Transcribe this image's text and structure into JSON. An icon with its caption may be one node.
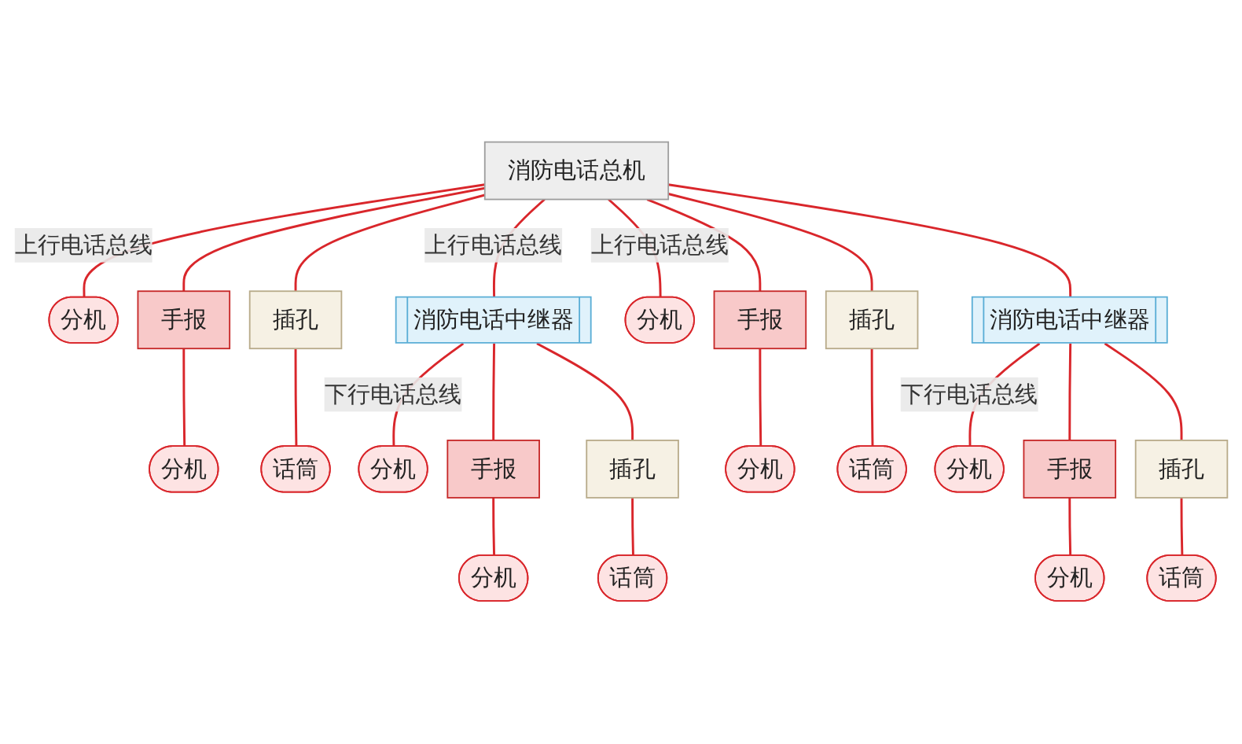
{
  "diagram": {
    "nodes": [
      {
        "text": [
          "消防电话总机"
        ]
      },
      {
        "text": [
          "分机"
        ]
      },
      {
        "text": [
          "手报"
        ]
      },
      {
        "text": [
          "分机"
        ]
      },
      {
        "text": [
          "插孔"
        ]
      },
      {
        "text": [
          "话筒"
        ]
      },
      {
        "text": [
          "消防电话中继器"
        ]
      },
      {
        "text": [
          "分机"
        ]
      },
      {
        "text": [
          "手报"
        ]
      },
      {
        "text": [
          "分机"
        ]
      },
      {
        "text": [
          "插孔"
        ]
      },
      {
        "text": [
          "话筒"
        ]
      },
      {
        "text": [
          "分机"
        ]
      },
      {
        "text": [
          "手报"
        ]
      },
      {
        "text": [
          "分机"
        ]
      },
      {
        "text": [
          "插孔"
        ]
      },
      {
        "text": [
          "话筒"
        ]
      },
      {
        "text": [
          "消防电话中继器"
        ]
      },
      {
        "text": [
          "分机"
        ]
      },
      {
        "text": [
          "手报"
        ]
      },
      {
        "text": [
          "分机"
        ]
      },
      {
        "text": [
          "插孔"
        ]
      },
      {
        "text": [
          "话筒"
        ]
      }
    ],
    "edges": [
      {
        "from": 0,
        "to": 6,
        "arrow": "none",
        "label": "上行电话总线"
      },
      {
        "from": 0,
        "to": 1,
        "arrow": "none",
        "label": "上行电话总线"
      },
      {
        "from": 0,
        "to": 2,
        "arrow": "none"
      },
      {
        "from": 2,
        "to": 3,
        "arrow": "none"
      },
      {
        "from": 0,
        "to": 4,
        "arrow": "none"
      },
      {
        "from": 4,
        "to": 5,
        "arrow": "none"
      },
      {
        "from": 6,
        "to": 7,
        "arrow": "none",
        "label": "下行电话总线"
      },
      {
        "from": 6,
        "to": 8,
        "arrow": "none"
      },
      {
        "from": 8,
        "to": 9,
        "arrow": "none"
      },
      {
        "from": 6,
        "to": 10,
        "arrow": "none"
      },
      {
        "from": 10,
        "to": 11,
        "arrow": "none"
      },
      {
        "from": 0,
        "to": 12,
        "arrow": "none",
        "label": "上行电话总线"
      },
      {
        "from": 0,
        "to": 13,
        "arrow": "none"
      },
      {
        "from": 13,
        "to": 14,
        "arrow": "none"
      },
      {
        "from": 0,
        "to": 15,
        "arrow": "none"
      },
      {
        "from": 15,
        "to": 16,
        "arrow": "none"
      },
      {
        "from": 0,
        "to": 17,
        "arrow": "none"
      },
      {
        "from": 17,
        "to": 18,
        "arrow": "none",
        "label": "下行电话总线"
      },
      {
        "from": 17,
        "to": 19,
        "arrow": "none"
      },
      {
        "from": 19,
        "to": 20,
        "arrow": "none"
      },
      {
        "from": 17,
        "to": 21,
        "arrow": "none"
      },
      {
        "from": 21,
        "to": 22,
        "arrow": "none"
      }
    ]
  }
}
